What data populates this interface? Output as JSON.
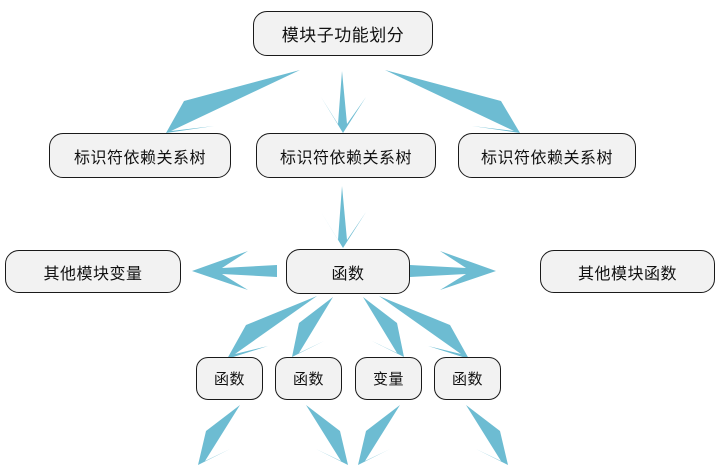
{
  "diagram": {
    "title_node": {
      "label": "模块子功能划分"
    },
    "colors": {
      "arrow": "#6DBCD2",
      "node_fill": "#F2F2F2",
      "node_border": "#1A1A1A",
      "background": "#FFFFFF",
      "text": "#111111"
    },
    "level_trees": [
      {
        "label": "标识符依赖关系树"
      },
      {
        "label": "标识符依赖关系树"
      },
      {
        "label": "标识符依赖关系树"
      }
    ],
    "center_node": {
      "label": "函数"
    },
    "side_nodes": {
      "left": {
        "label": "其他模块变量"
      },
      "right": {
        "label": "其他模块函数"
      }
    },
    "leaf_nodes": [
      {
        "label": "函数"
      },
      {
        "label": "函数"
      },
      {
        "label": "变量"
      },
      {
        "label": "函数"
      }
    ],
    "arrows": [
      {
        "name": "arrow-root-to-tree-left",
        "direction": "down-left"
      },
      {
        "name": "arrow-root-to-tree-center",
        "direction": "down"
      },
      {
        "name": "arrow-root-to-tree-right",
        "direction": "down-right"
      },
      {
        "name": "arrow-tree-center-to-function",
        "direction": "down"
      },
      {
        "name": "arrow-function-to-other-variable",
        "direction": "left"
      },
      {
        "name": "arrow-function-to-other-function",
        "direction": "right"
      },
      {
        "name": "arrow-function-to-leaf-1",
        "direction": "down-left"
      },
      {
        "name": "arrow-function-to-leaf-2",
        "direction": "down-left"
      },
      {
        "name": "arrow-function-to-leaf-3",
        "direction": "down-right"
      },
      {
        "name": "arrow-function-to-leaf-4",
        "direction": "down-right"
      },
      {
        "name": "arrow-leaf-1-out",
        "direction": "down-left"
      },
      {
        "name": "arrow-leaf-2-out",
        "direction": "down-right"
      },
      {
        "name": "arrow-leaf-3-out",
        "direction": "down-left"
      },
      {
        "name": "arrow-leaf-4-out",
        "direction": "down-right"
      }
    ]
  }
}
